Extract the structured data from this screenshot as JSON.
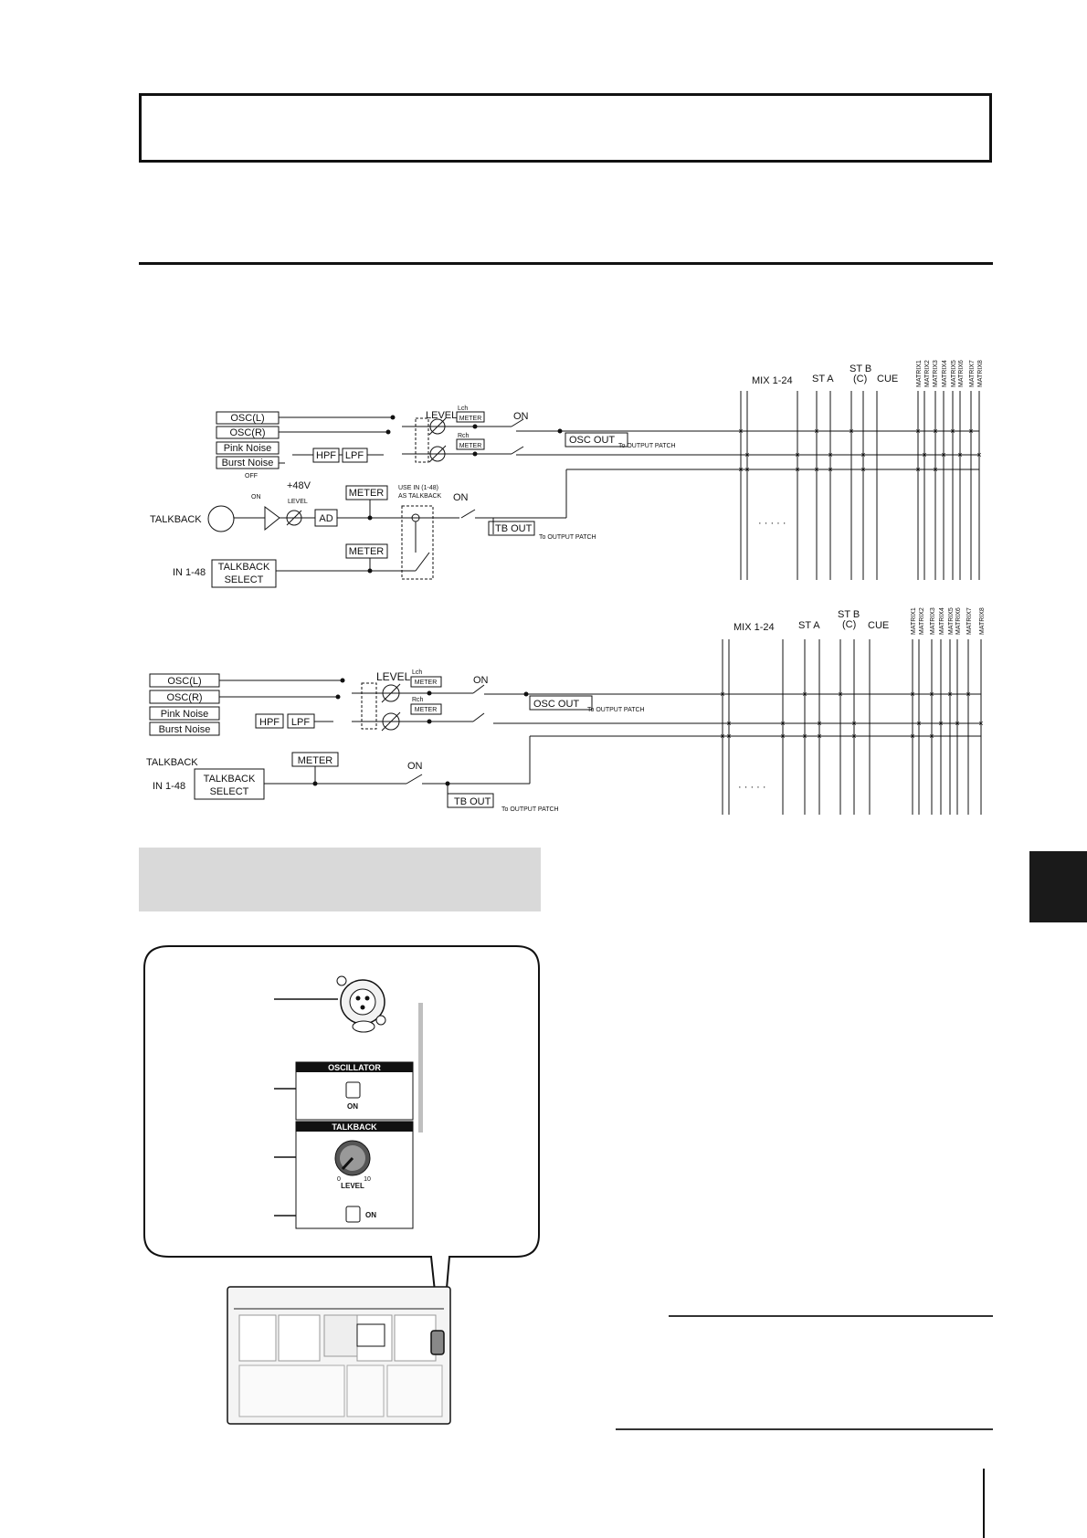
{
  "diagram1": {
    "bus_labels": {
      "mix": "MIX 1-24",
      "sta": "ST A",
      "stb": "ST B",
      "stb_c": "(C)",
      "cue": "CUE"
    },
    "matrix_labels": [
      "MATRIX1",
      "MATRIX2",
      "MATRIX3",
      "MATRIX4",
      "MATRIX5",
      "MATRIX6",
      "MATRIX7",
      "MATRIX8"
    ],
    "sources": {
      "oscl": "OSC(L)",
      "oscr": "OSC(R)",
      "pink": "Pink Noise",
      "burst": "Burst Noise"
    },
    "hpf": "HPF",
    "lpf": "LPF",
    "level": "LEVEL",
    "lch": "Lch",
    "rch": "Rch",
    "meter": "METER",
    "on": "ON",
    "osc_out": "OSC OUT",
    "to_output_patch": "To OUTPUT PATCH",
    "off": "OFF",
    "phantom": "+48V",
    "ad": "AD",
    "use_in": "USE IN (1-48)",
    "as_talkback": "AS TALKBACK",
    "tb_out": "TB OUT",
    "talkback": "TALKBACK",
    "in148": "IN 1-48",
    "talkback_select_1": "TALKBACK",
    "talkback_select_2": "SELECT",
    "dots": "· · · · ·"
  },
  "diagram2": {
    "bus_labels": {
      "mix": "MIX 1-24",
      "sta": "ST A",
      "stb": "ST B",
      "stb_c": "(C)",
      "cue": "CUE"
    },
    "matrix_labels": [
      "MATRIX1",
      "MATRIX2",
      "MATRIX3",
      "MATRIX4",
      "MATRIX5",
      "MATRIX6",
      "MATRIX7",
      "MATRIX8"
    ],
    "sources": {
      "oscl": "OSC(L)",
      "oscr": "OSC(R)",
      "pink": "Pink Noise",
      "burst": "Burst Noise"
    },
    "hpf": "HPF",
    "lpf": "LPF",
    "level": "LEVEL",
    "lch": "Lch",
    "rch": "Rch",
    "meter": "METER",
    "on": "ON",
    "osc_out": "OSC OUT",
    "to_output_patch": "To OUTPUT PATCH",
    "talkback": "TALKBACK",
    "in148": "IN 1-48",
    "talkback_select_1": "TALKBACK",
    "talkback_select_2": "SELECT",
    "tb_out": "TB OUT",
    "dots": "· · · · ·"
  },
  "panel": {
    "oscillator": "OSCILLATOR",
    "osc_on": "ON",
    "talkback": "TALKBACK",
    "knob_min": "0",
    "knob_max": "10",
    "level": "LEVEL",
    "tb_on": "ON"
  }
}
